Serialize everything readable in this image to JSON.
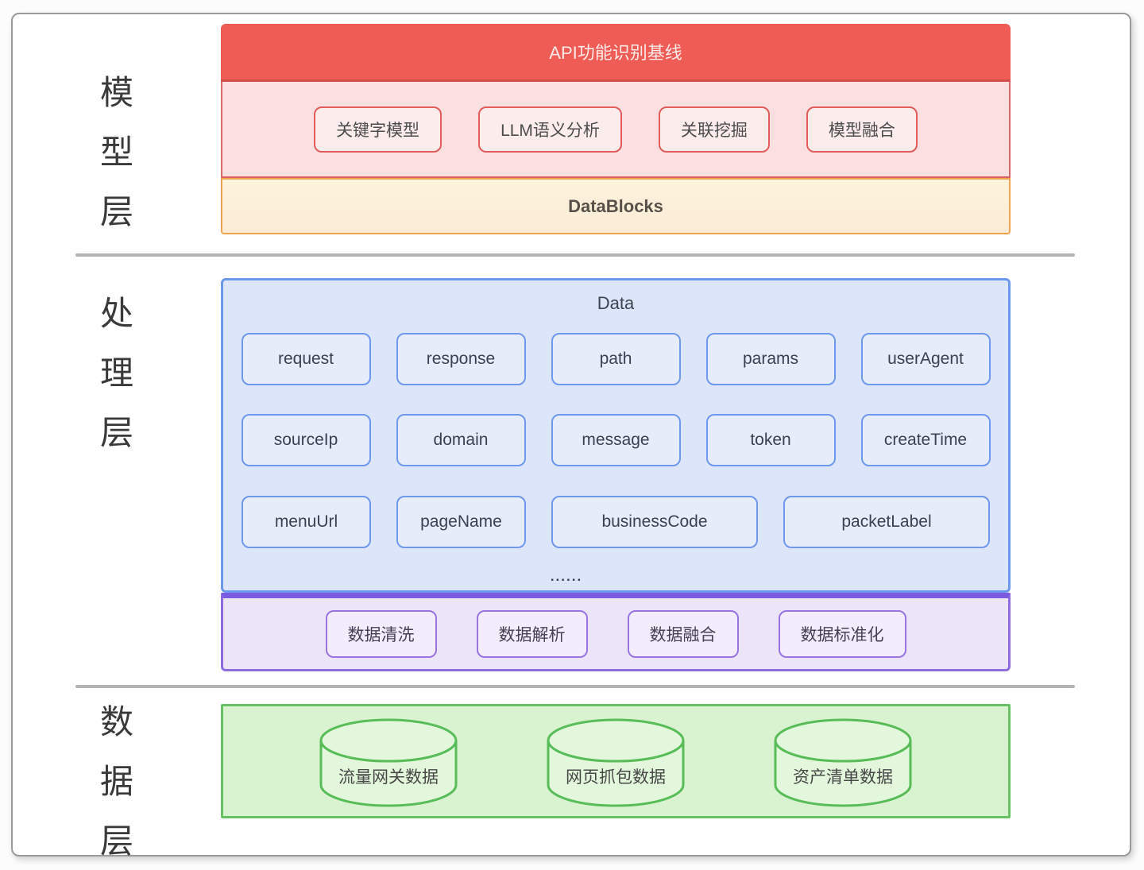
{
  "diagram": {
    "layers": {
      "model": {
        "label": "模型层",
        "header": "API功能识别基线",
        "models": [
          "关键字模型",
          "LLM语义分析",
          "关联挖掘",
          "模型融合"
        ],
        "footer": "DataBlocks"
      },
      "processing": {
        "label": "处理层",
        "data_title": "Data",
        "fields_row1": [
          "request",
          "response",
          "path",
          "params",
          "userAgent"
        ],
        "fields_row2": [
          "sourceIp",
          "domain",
          "message",
          "token",
          "createTime"
        ],
        "fields_row3": [
          "menuUrl",
          "pageName",
          "businessCode",
          "packetLabel"
        ],
        "ellipsis": "......",
        "steps": [
          "数据清洗",
          "数据解析",
          "数据融合",
          "数据标准化"
        ]
      },
      "data": {
        "label": "数据层",
        "databases": [
          "流量网关数据",
          "网页抓包数据",
          "资产清单数据"
        ]
      }
    },
    "colors": {
      "red_bar": "#ee5c55",
      "pink_fill": "#fbdfe1",
      "pink_border": "#e25c5c",
      "orange_border": "#f0a44d",
      "cream_fill": "#fdf1d9",
      "blue_border": "#6e97ee",
      "blue_fill": "#dce5f9",
      "purple_border": "#8f6cdd",
      "purple_fill": "#ece4f9",
      "green_border": "#68c162",
      "green_fill": "#d9f3d1"
    }
  }
}
